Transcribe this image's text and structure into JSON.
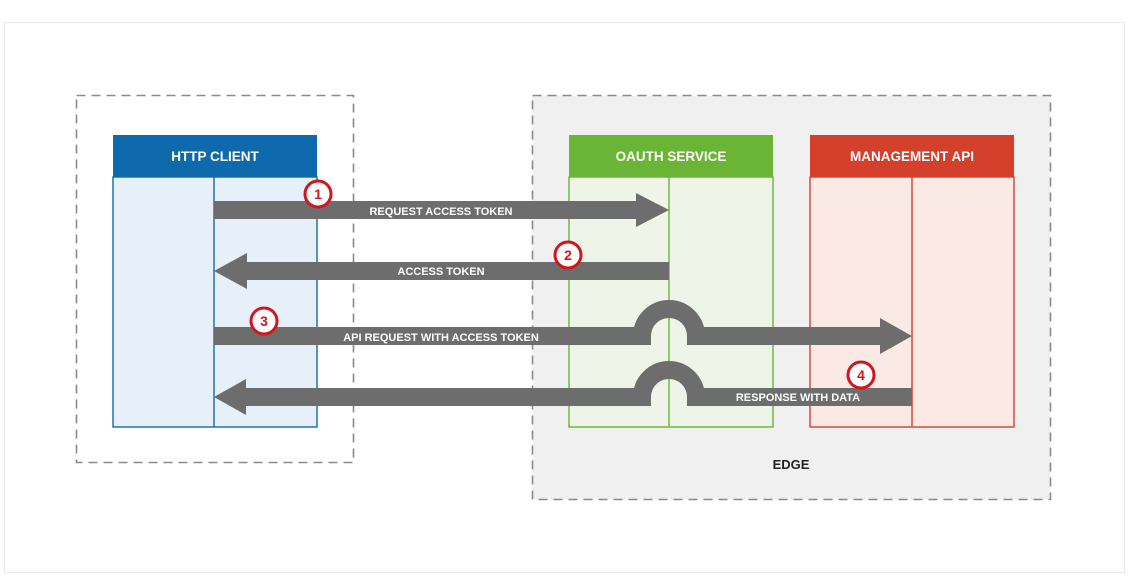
{
  "panels": {
    "client": {
      "title": "HTTP CLIENT",
      "color": "#0f6aad"
    },
    "oauth": {
      "title": "OAUTH SERVICE",
      "color": "#6ab535"
    },
    "management": {
      "title": "MANAGEMENT API",
      "color": "#d5402c"
    }
  },
  "edge": {
    "label": "EDGE"
  },
  "steps": [
    {
      "number": "1",
      "label": "REQUEST ACCESS TOKEN"
    },
    {
      "number": "2",
      "label": "ACCESS TOKEN"
    },
    {
      "number": "3",
      "label": "API REQUEST WITH ACCESS TOKEN"
    },
    {
      "number": "4",
      "label": "RESPONSE WITH DATA"
    }
  ],
  "colors": {
    "arrow": "#6d6d6d",
    "badge": "#d0161e",
    "edge_bg": "#f0f0f0",
    "dash": "#8a8a8a"
  }
}
